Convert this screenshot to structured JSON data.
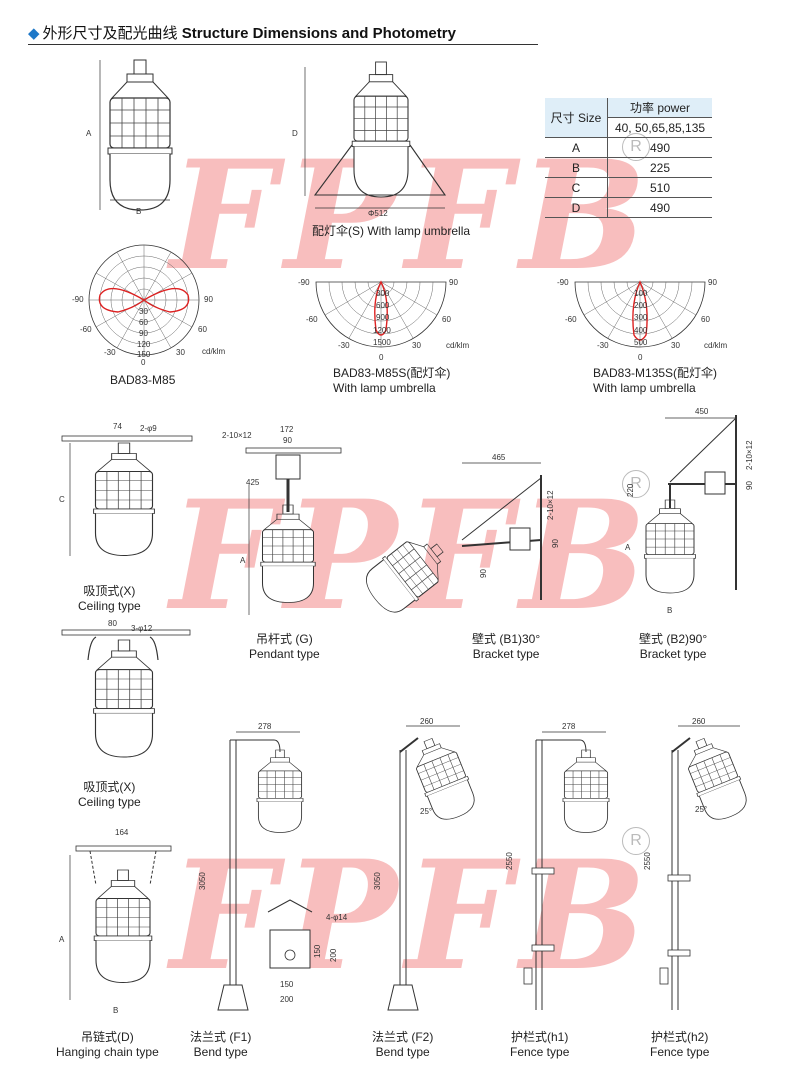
{
  "header": {
    "icon": "diamond-icon",
    "title_cn": "外形尺寸及配光曲线",
    "title_en": "Structure Dimensions and Photometry"
  },
  "watermark": {
    "text": "FPFB",
    "color": "#f07070"
  },
  "size_table": {
    "col1_header": "尺寸 Size",
    "col2_header": "功率 power",
    "col2_sub": "40, 50,65,85,135",
    "rows": [
      {
        "label": "A",
        "value": "490"
      },
      {
        "label": "B",
        "value": "225"
      },
      {
        "label": "C",
        "value": "510"
      },
      {
        "label": "D",
        "value": "490"
      }
    ]
  },
  "captions": {
    "umbrella": "配灯伞(S) With lamp umbrella",
    "m85": "BAD83-M85",
    "m85s_1": "BAD83-M85S(配灯伞)",
    "m85s_2": "With lamp umbrella",
    "m135s_1": "BAD83-M135S(配灯伞)",
    "m135s_2": "With lamp umbrella",
    "ceiling1_cn": "吸顶式(X)",
    "ceiling1_en": "Ceiling type",
    "pendant_cn": "吊杆式 (G)",
    "pendant_en": "Pendant type",
    "b1_cn": "壁式 (B1)30°",
    "b1_en": "Bracket type",
    "b2_cn": "壁式 (B2)90°",
    "b2_en": "Bracket type",
    "ceiling2_cn": "吸顶式(X)",
    "ceiling2_en": "Ceiling type",
    "chain_cn": "吊链式(D)",
    "chain_en": "Hanging chain type",
    "f1_cn": "法兰式 (F1)",
    "f1_en": "Bend type",
    "f2_cn": "法兰式 (F2)",
    "f2_en": "Bend type",
    "h1_cn": "护栏式(h1)",
    "h1_en": "Fence type",
    "h2_cn": "护栏式(h2)",
    "h2_en": "Fence type"
  },
  "dims": {
    "A": "A",
    "B": "B",
    "C": "C",
    "D": "D",
    "phi512": "Φ512",
    "d74": "74",
    "hole2_9": "2-φ9",
    "hole2_10x12": "2-10×12",
    "d172": "172",
    "d90": "90",
    "d425": "425",
    "d465": "465",
    "d450": "450",
    "d220": "220",
    "d80": "80",
    "hole3_12": "3-φ12",
    "d164": "164",
    "d278": "278",
    "d260": "260",
    "d3050": "3050",
    "d2550": "2550",
    "d25": "25°",
    "hole4_14": "4-φ14",
    "d150": "150",
    "d200": "200"
  },
  "polar": {
    "p1": {
      "angles": [
        "-90",
        "90",
        "-60",
        "60",
        "-30",
        "30",
        "0"
      ],
      "rings": [
        "30",
        "60",
        "90",
        "120",
        "150"
      ],
      "unit": "cd/klm"
    },
    "p2": {
      "angles": [
        "-90",
        "90",
        "-60",
        "60",
        "-30",
        "30",
        "0"
      ],
      "rings": [
        "300",
        "600",
        "900",
        "1200",
        "1500"
      ],
      "unit": "cd/klm"
    },
    "p3": {
      "angles": [
        "-90",
        "90",
        "-60",
        "60",
        "-30",
        "30",
        "0"
      ],
      "rings": [
        "100",
        "200",
        "300",
        "400",
        "500"
      ],
      "unit": "cd/klm"
    }
  }
}
